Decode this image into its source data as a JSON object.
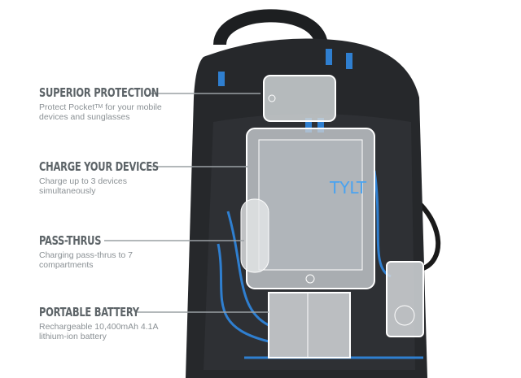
{
  "features": [
    {
      "title": "SUPERIOR PROTECTION",
      "desc_line1_pre": "Protect Pocket",
      "tm": "TM",
      "desc_line1_post": " for your mobile",
      "desc_line2": "devices and sunglasses"
    },
    {
      "title": "CHARGE YOUR DEVICES",
      "desc_line1": "Charge up to 3 devices",
      "desc_line2": "simultaneously"
    },
    {
      "title": "PASS-THRUS",
      "desc_line1": "Charging pass-thrus to 7",
      "desc_line2": "compartments"
    },
    {
      "title": "PORTABLE BATTERY",
      "desc_line1": "Rechargeable 10,400mAh 4.1A",
      "desc_line2": "lithium-ion battery"
    }
  ],
  "brand_logo": "TYLT",
  "colors": {
    "accent": "#2f7fd0",
    "bag": "#222426",
    "text": "#5d6468"
  }
}
